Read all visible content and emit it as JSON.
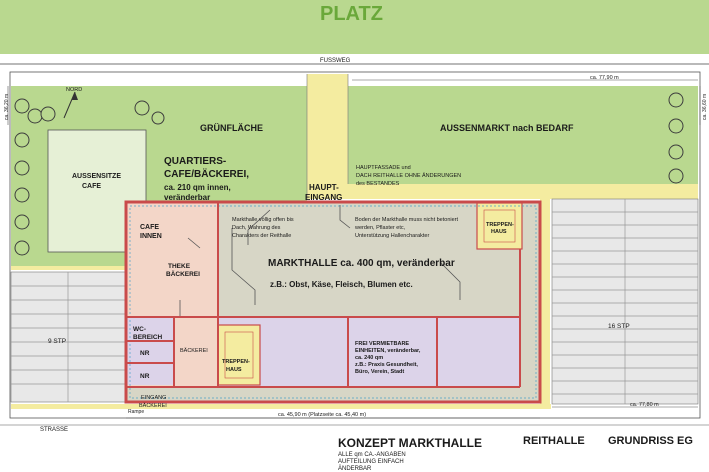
{
  "header": {
    "title": "PLATZ"
  },
  "top_road": "FUSSWEG",
  "bottom_road": "STRASSE",
  "north": "NORD",
  "colors": {
    "green_dark": "#b9d88f",
    "green_light": "#e6f0d6",
    "yellow": "#f4eca0",
    "hall": "#d7d6c6",
    "cafe": "#f3d6c8",
    "rental": "#dcd3e9",
    "wall": "#c94b4b",
    "title_green": "#6aa83a",
    "parking": "#e8e8e8"
  },
  "dimensions": {
    "top_right": "ca. 77,90 m",
    "left_top": "ca. 36,20 m",
    "right_top": "ca. 36,60 m",
    "bottom_right": "ca. 77,80 m",
    "bottom_main": "ca. 45,90 m (Platzseite ca. 45,40 m)"
  },
  "areas": {
    "gruenflaeche": "GRÜNFLÄCHE",
    "aussenmarkt": "AUSSENMARKT nach BEDARF",
    "aussensitze": [
      "AUSSENSITZE",
      "CAFE"
    ],
    "quartiers": [
      "QUARTIERS-",
      "CAFE/BÄCKEREI,",
      "ca. 210 qm innen,",
      "veränderbar"
    ],
    "hauptfassade": [
      "HAUPTFASSADE und",
      "DACH REITHALLE OHNE ÄNDERUNGEN",
      "des BESTANDES"
    ],
    "haupteingang": [
      "HAUPT-",
      "EINGANG"
    ],
    "cafe_innen": [
      "CAFE",
      "INNEN"
    ],
    "theke": [
      "THEKE",
      "BÄCKEREI"
    ],
    "treppenhaus_right": [
      "TREPPEN-",
      "HAUS"
    ],
    "treppenhaus_left": [
      "TREPPEN-",
      "HAUS"
    ],
    "markthalle_note_left": [
      "Markthalle völlig offen bis",
      "Dach, Wahrung des",
      "Charakters der Reithalle"
    ],
    "markthalle_note_right": [
      "Boden der Markthalle muss nicht betoniert",
      "werden, Pflaster etc,",
      "Unterstützung Hallencharakter"
    ],
    "markthalle_title": "MARKTHALLE ca. 400 qm, veränderbar",
    "markthalle_items": "z.B.: Obst, Käse, Fleisch, Blumen etc.",
    "wc": [
      "WC-",
      "BEREICH"
    ],
    "nr1": "NR",
    "nr2": "NR",
    "baeckerei": "BÄCKEREI",
    "eingang_baeckerei": [
      "EINGANG",
      "BÄCKEREI"
    ],
    "rampe": "Rampe",
    "frei": [
      "FREI VERMIETBARE",
      "EINHEITEN, veränderbar,",
      "ca. 240 qm",
      "z.B.: Praxis Gesundheit,",
      "Büro, Verein, Stadt"
    ],
    "parking_left": "9 STP",
    "parking_right": "16 STP"
  },
  "footer": {
    "title": "KONZEPT MARKTHALLE",
    "notes": [
      "ALLE qm CA.-ANGABEN",
      "AUFTEILUNG EINFACH",
      "ÄNDERBAR"
    ],
    "reithalle": "REITHALLE",
    "grundriss": "GRUNDRISS EG"
  }
}
